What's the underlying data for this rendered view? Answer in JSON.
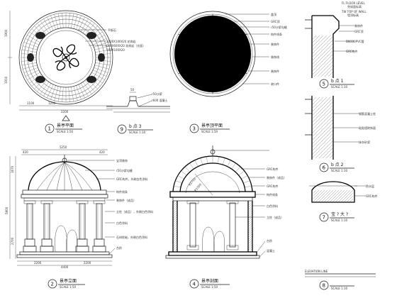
{
  "drawings": [
    {
      "id": "plan",
      "number": "1",
      "title": "景亭平面",
      "scale": "SCALE 1:50",
      "dims": {
        "left_a": "1900",
        "left_b": "1910",
        "bottom_a": "1100",
        "bottom_b": "1200",
        "bottom_c": "2200"
      },
      "notes": [
        "平板石",
        "1100X100X20 花岗岩",
        "600X600X20 花岗岩（光面）",
        "100X100X20"
      ]
    },
    {
      "id": "roof-plan",
      "number": "3",
      "title": "景亭顶平面",
      "scale": "SCALE 1:50",
      "notes": [
        "盖顶",
        "GRC顶",
        "r50沙浆勾缝",
        "构件线条",
        "装饰件",
        "装饰线",
        "装饰件",
        "收口件"
      ]
    },
    {
      "id": "detail-b3",
      "number": "9",
      "title": "b 点 3",
      "scale": "SCALE 1:10",
      "dims": {
        "a": "50"
      },
      "notes": [
        "r50沙浆",
        "r600 混凝土"
      ]
    },
    {
      "id": "detail-b1",
      "number": "5",
      "title": "b 点 1",
      "scale": "SCALE 1:10",
      "levels": [
        "FL  FLOOR LEVEL",
        "完成面标高",
        "TW  TOP OF WALL",
        "墙顶标高"
      ],
      "notes": [
        "装饰件",
        "GRC顶",
        "DN100PVC管",
        "GRC构件"
      ]
    },
    {
      "id": "detail-b2",
      "number": "6",
      "title": "b 点 2",
      "scale": "SCALE 1:10",
      "notes": [
        "钢筋混凝土柱",
        "粘贴墙砖饰面",
        "抹灰砂浆"
      ]
    },
    {
      "id": "detail-7",
      "number": "7",
      "title": "宝 ? 大 ?",
      "scale": "SCALE 1:10",
      "notes": [
        "防水层",
        "GRC构件"
      ]
    },
    {
      "id": "elevation",
      "number": "2",
      "title": "景亭立面",
      "scale": "SCALE 1:50",
      "dims": {
        "top": "5250",
        "top_l": "420",
        "top_r": "420",
        "h_total": "5800",
        "h_a": "1670",
        "h_b": "2700",
        "bottom": "4400",
        "bottom_l": "2200",
        "bottom_r": "2200"
      },
      "notes": [
        "宝顶装饰",
        "r50沙浆勾缝",
        "GRC构件，外刷白色涂料",
        "构件线条",
        "装饰件（成品）",
        "立柱（成品），外刷白色涂料",
        "白色涂料",
        "石材柱础，外刷白色涂料",
        "台阶"
      ]
    },
    {
      "id": "section",
      "number": "4",
      "title": "景亭剖面",
      "scale": "SCALE 1:50",
      "dims": {
        "r_a": "R2750",
        "r_b": "R1500"
      },
      "notes": [
        "GRC构件",
        "装饰件（成品）",
        "GRC构件",
        "构件线条",
        "白色涂料",
        "立柱（成品）",
        "台阶",
        "混凝土"
      ]
    },
    {
      "id": "detail-8",
      "number": "8",
      "title": "",
      "scale": "SCALE 1:10",
      "notes": [
        "ELEVATION LINE"
      ]
    }
  ]
}
